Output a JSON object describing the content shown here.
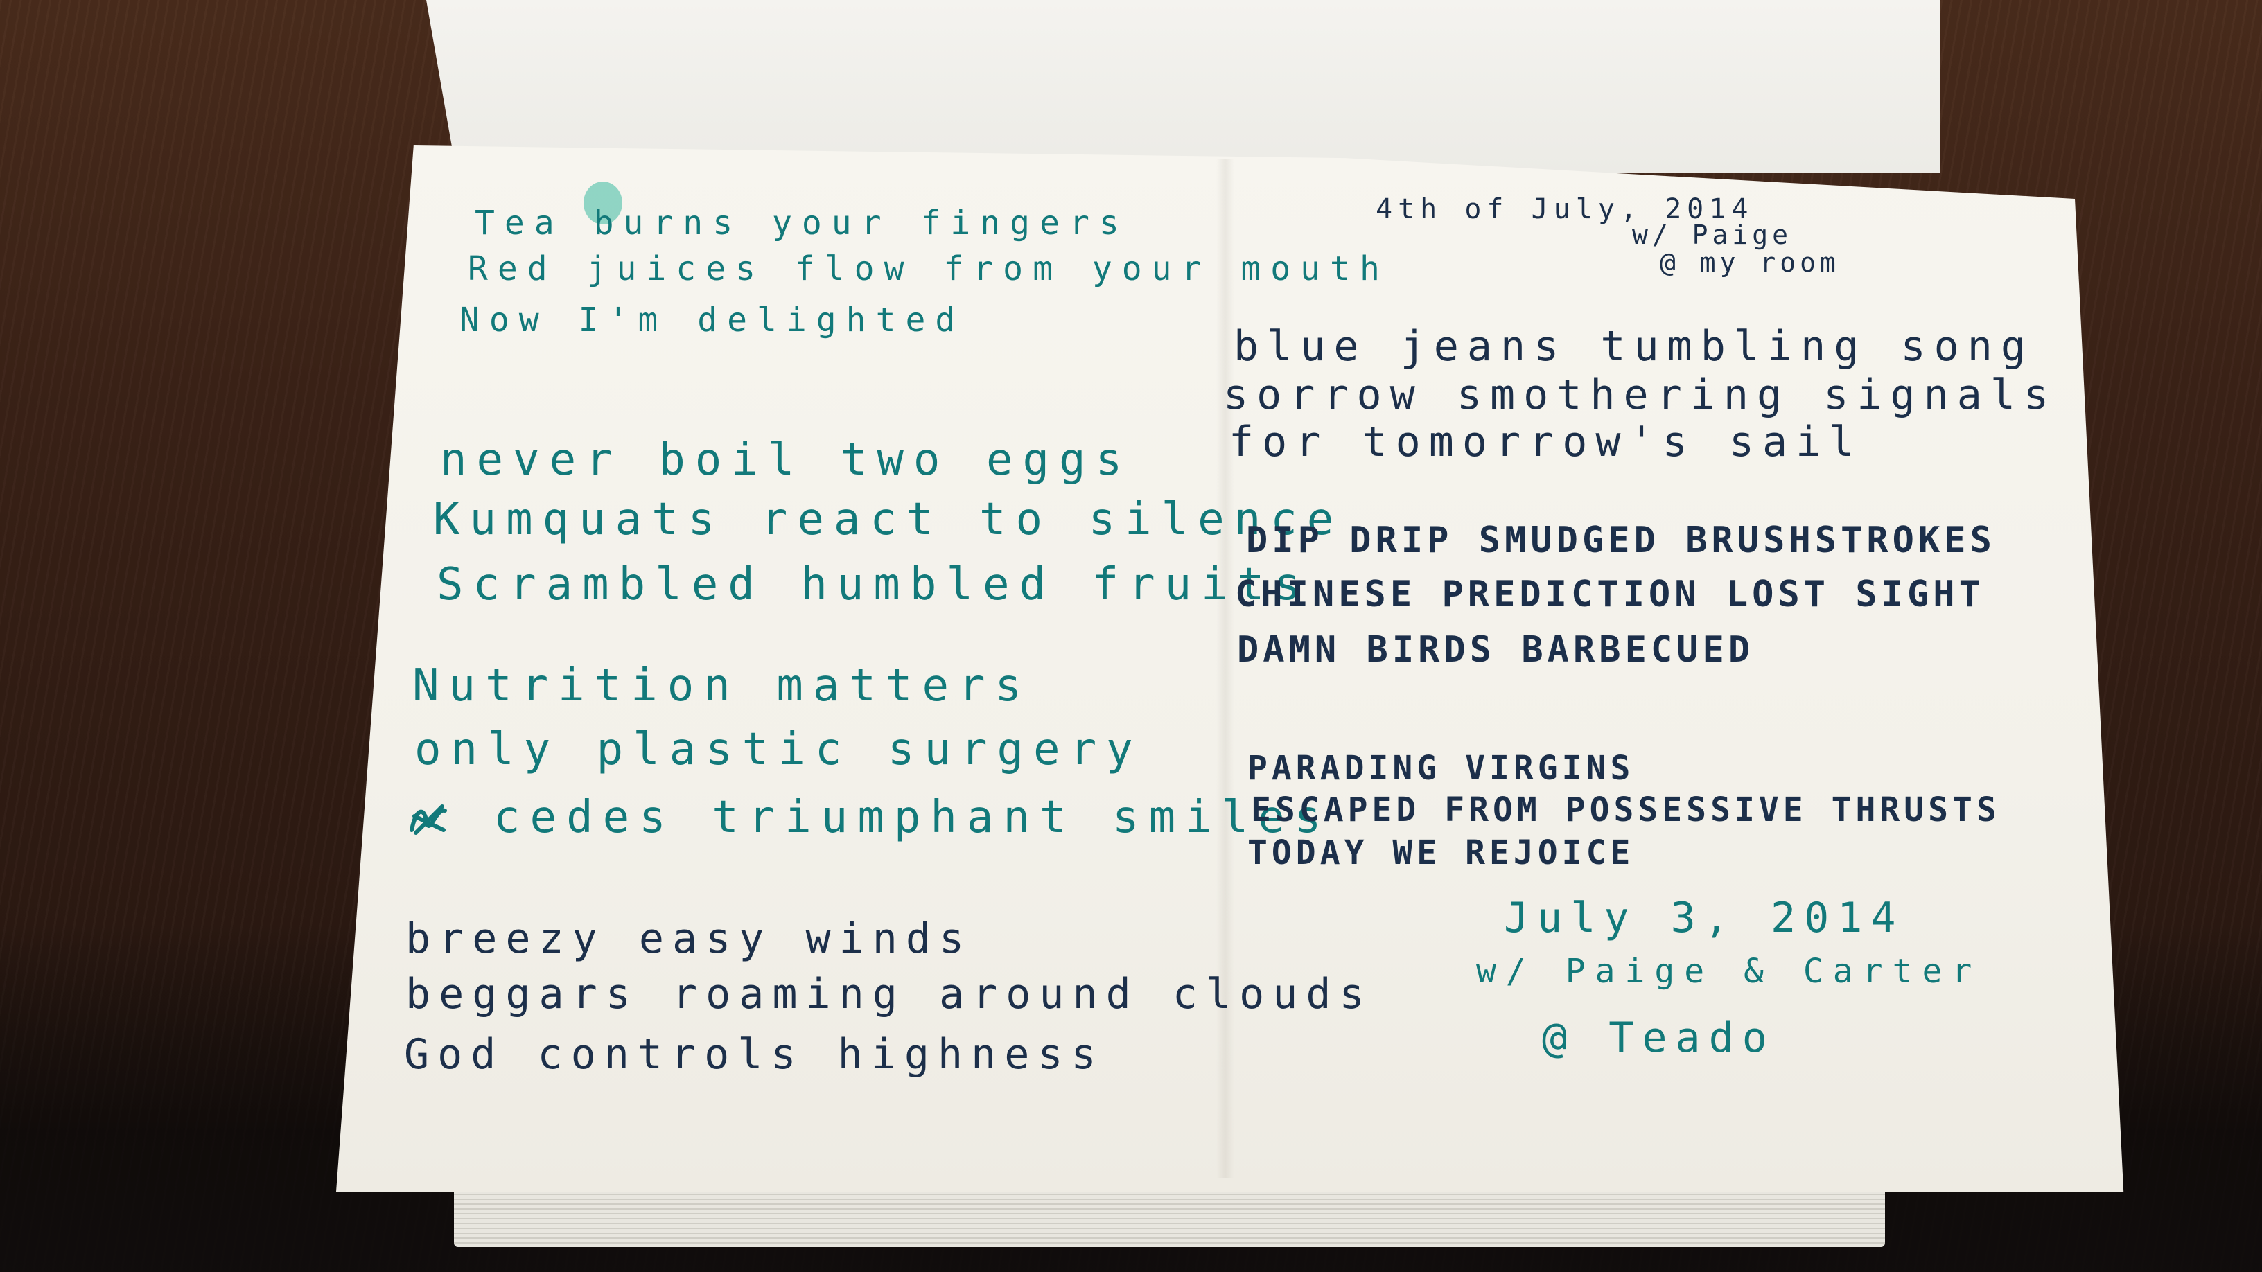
{
  "left_page": {
    "haiku_1": [
      "Tea burns your fingers",
      "Red juices flow from your mouth",
      "Now I'm delighted"
    ],
    "haiku_2": [
      "never boil two eggs",
      "Kumquats react to silence",
      "Scrambled humbled fruits"
    ],
    "haiku_3": [
      "Nutrition matters",
      "only plastic surgery",
      "cedes triumphant smiles"
    ],
    "haiku_4": [
      "breezy easy winds",
      "beggars roaming around clouds",
      "God controls highness"
    ]
  },
  "right_page": {
    "date_note": [
      "4th of July, 2014",
      "w/ Paige",
      "@ my room"
    ],
    "haiku_5": [
      "blue jeans tumbling song",
      "sorrow smothering signals",
      "for tomorrow's sail"
    ],
    "haiku_6": [
      "DIP DRIP SMUDGED BRUSHSTROKES",
      "CHINESE PREDICTION LOST SIGHT",
      "DAMN BIRDS BARBECUED"
    ],
    "haiku_7": [
      "PARADING VIRGINS",
      "ESCAPED FROM POSSESSIVE THRUSTS",
      "TODAY WE REJOICE"
    ],
    "date_note_2": [
      "July 3, 2014",
      "w/ Paige & Carter",
      "@ Teado"
    ]
  },
  "colors": {
    "teal_ink": "#12797a",
    "navy_ink": "#1c2f4a",
    "paper": "#f5f3ec",
    "table": "#3b2217"
  }
}
